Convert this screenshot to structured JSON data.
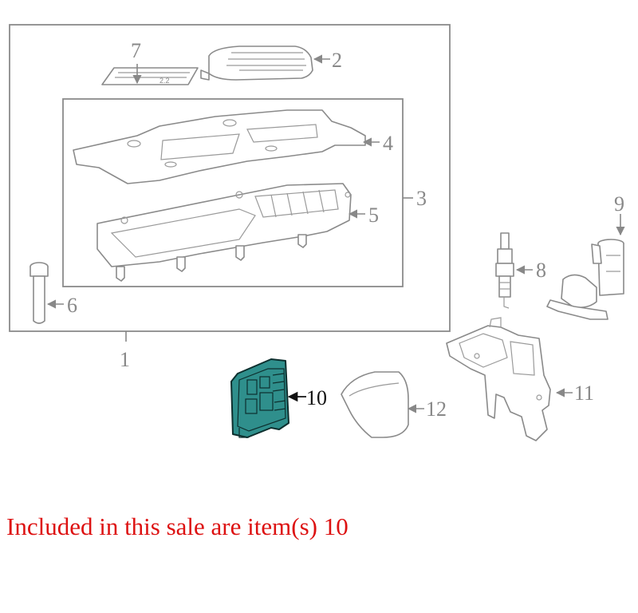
{
  "diagram": {
    "callouts": {
      "c1": "1",
      "c2": "2",
      "c3": "3",
      "c4": "4",
      "c5": "5",
      "c6": "6",
      "c7": "7",
      "c8": "8",
      "c9": "9",
      "c10": "10",
      "c11": "11",
      "c12": "12"
    },
    "label_plate_text": "2.2",
    "colors": {
      "part_stroke": "#8a8a8a",
      "highlight_fill": "#2f8f8c",
      "highlight_stroke": "#0d2f2e",
      "note_color": "#dd1111"
    }
  },
  "note": {
    "text": "Included in this sale are item(s) 10"
  }
}
